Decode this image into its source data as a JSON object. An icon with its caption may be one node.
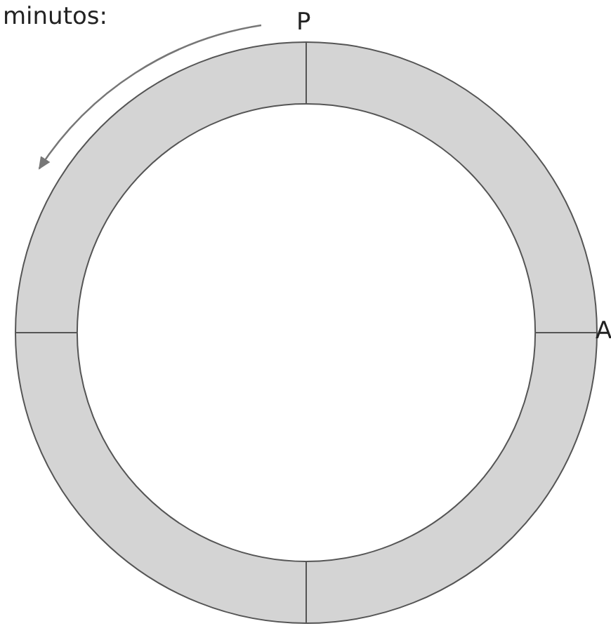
{
  "diagram": {
    "labels": [
      "minutos:",
      "P",
      "A"
    ]
  }
}
